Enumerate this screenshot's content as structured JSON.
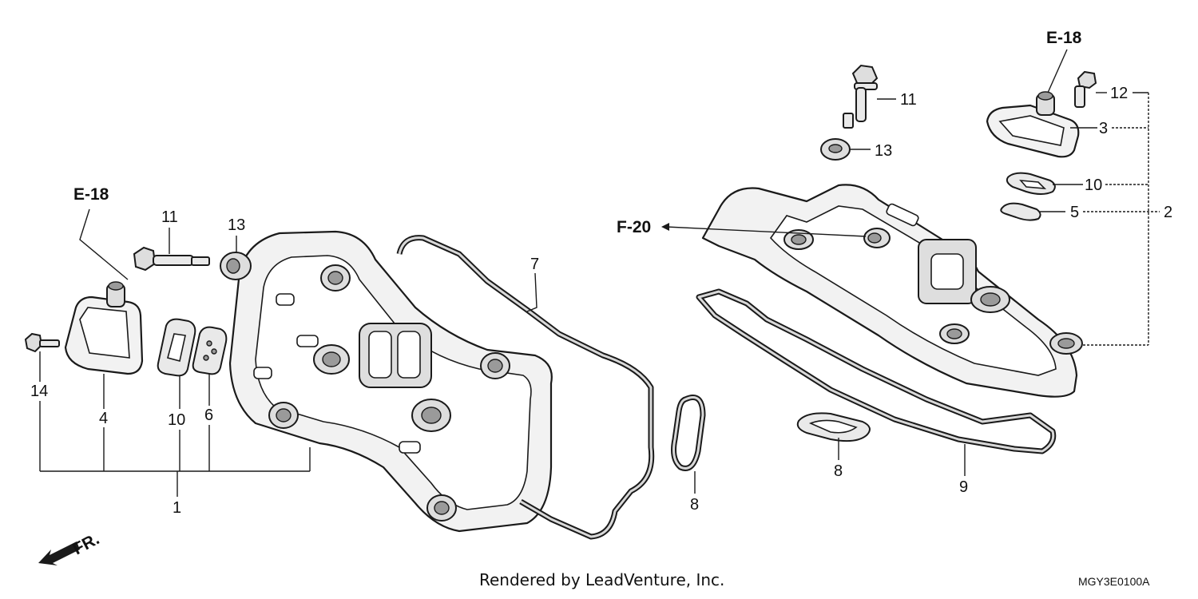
{
  "references": {
    "e18_left": "E-18",
    "e18_right": "E-18",
    "f20": "F-20"
  },
  "callouts": {
    "c11_left": "11",
    "c13_left": "13",
    "c14": "14",
    "c4": "4",
    "c10_left": "10",
    "c6": "6",
    "c1": "1",
    "c7": "7",
    "c8_left": "8",
    "c11_right": "11",
    "c13_right": "13",
    "c12": "12",
    "c3": "3",
    "c10_right": "10",
    "c5": "5",
    "c2": "2",
    "c8_right": "8",
    "c9": "9"
  },
  "direction_label": "FR.",
  "credit": "Rendered by LeadVenture, Inc.",
  "diagram_code": "MGY3E0100A"
}
